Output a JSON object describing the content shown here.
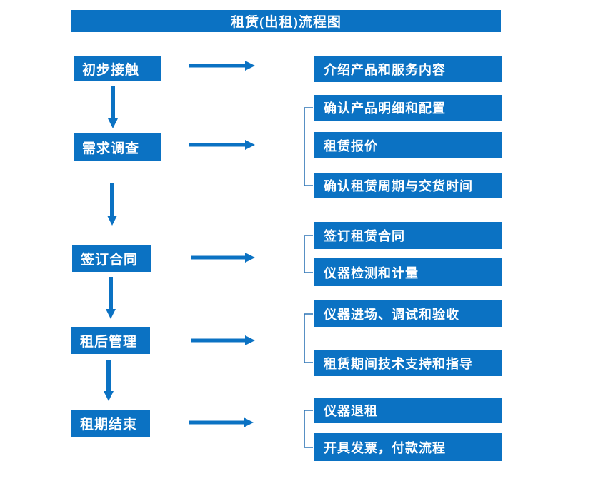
{
  "title": "租赁(出租)流程图",
  "colors": {
    "accent": "#0B72C3",
    "bracket": "#2E75B6",
    "text": "#FFFFFF",
    "background": "#FFFFFF"
  },
  "stages": [
    {
      "label": "初步接触",
      "outputs": [
        "介绍产品和服务内容"
      ]
    },
    {
      "label": "需求调查",
      "outputs": [
        "确认产品明细和配置",
        "租赁报价",
        "确认租赁周期与交货时间"
      ]
    },
    {
      "label": "签订合同",
      "outputs": [
        "签订租赁合同",
        "仪器检测和计量"
      ]
    },
    {
      "label": "租后管理",
      "outputs": [
        "仪器进场、调试和验收",
        "租赁期间技术支持和指导"
      ]
    },
    {
      "label": "租期结束",
      "outputs": [
        "仪器退租",
        "开具发票，付款流程"
      ]
    }
  ]
}
